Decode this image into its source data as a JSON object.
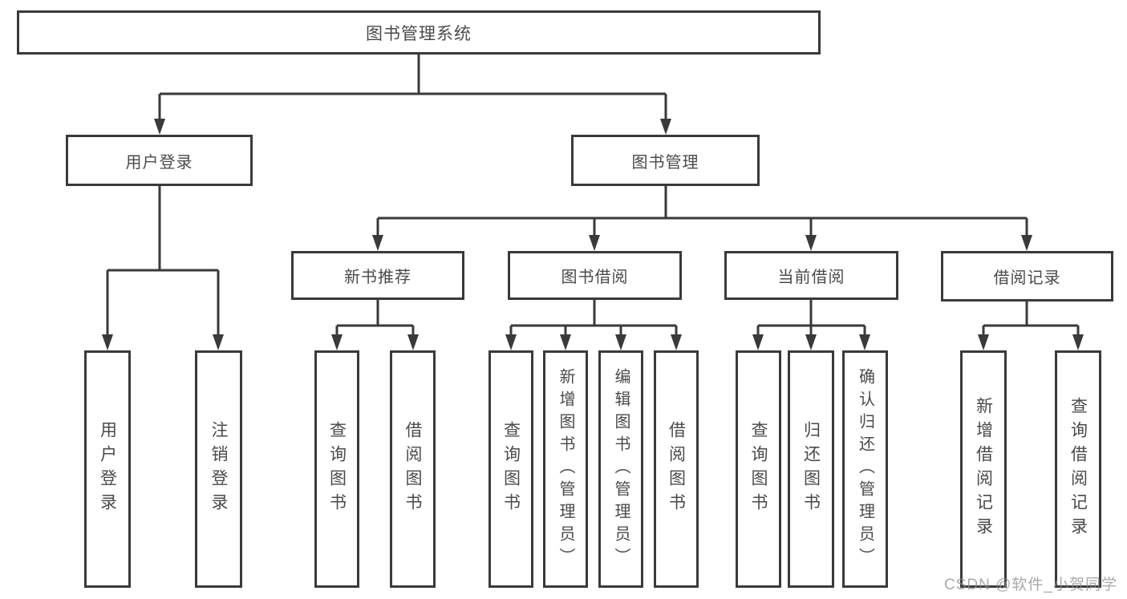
{
  "tree": {
    "root": {
      "label": "图书管理系统"
    },
    "children": [
      {
        "label": "用户登录",
        "children": [
          {
            "label": "用户登录"
          },
          {
            "label": "注销登录"
          }
        ]
      },
      {
        "label": "图书管理",
        "children": [
          {
            "label": "新书推荐",
            "children": [
              {
                "label": "查询图书"
              },
              {
                "label": "借阅图书"
              }
            ]
          },
          {
            "label": "图书借阅",
            "children": [
              {
                "label": "查询图书"
              },
              {
                "label": "新增图书（管理员）"
              },
              {
                "label": "编辑图书（管理员）"
              },
              {
                "label": "借阅图书"
              }
            ]
          },
          {
            "label": "当前借阅",
            "children": [
              {
                "label": "查询图书"
              },
              {
                "label": "归还图书"
              },
              {
                "label": "确认归还（管理员）"
              }
            ]
          },
          {
            "label": "借阅记录",
            "children": [
              {
                "label": "新增借阅记录"
              },
              {
                "label": "查询借阅记录"
              }
            ]
          }
        ]
      }
    ]
  },
  "watermark": {
    "text": "CSDN @软件_小贺同学"
  },
  "colors": {
    "line": "#3a3a3a",
    "text": "#4a4a4a",
    "watermark": "#8c8c8c"
  }
}
